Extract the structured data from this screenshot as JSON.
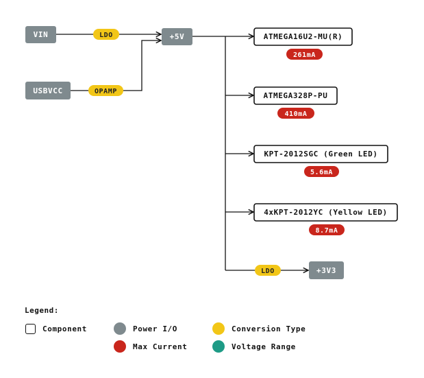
{
  "colors": {
    "power_io": "#7f8a8e",
    "conversion": "#f2c617",
    "max_current": "#c9261c",
    "voltage_range": "#1e9b86",
    "line": "#111111"
  },
  "inputs": {
    "vin": "VIN",
    "usbvcc": "USBVCC"
  },
  "conversions": {
    "ldo_in": "LDO",
    "opamp": "OPAMP",
    "ldo_out": "LDO"
  },
  "rail": {
    "v5": "+5V",
    "v3v3": "+3V3"
  },
  "components": [
    {
      "name": "ATMEGA16U2-MU(R)",
      "current": "261mA"
    },
    {
      "name": "ATMEGA328P-PU",
      "current": "410mA"
    },
    {
      "name": "KPT-2012SGC (Green LED)",
      "current": "5.6mA"
    },
    {
      "name": "4xKPT-2012YC (Yellow LED)",
      "current": "8.7mA"
    }
  ],
  "legend": {
    "title": "Legend:",
    "component": "Component",
    "power_io": "Power I/O",
    "conversion_type": "Conversion Type",
    "max_current": "Max Current",
    "voltage_range": "Voltage Range"
  }
}
